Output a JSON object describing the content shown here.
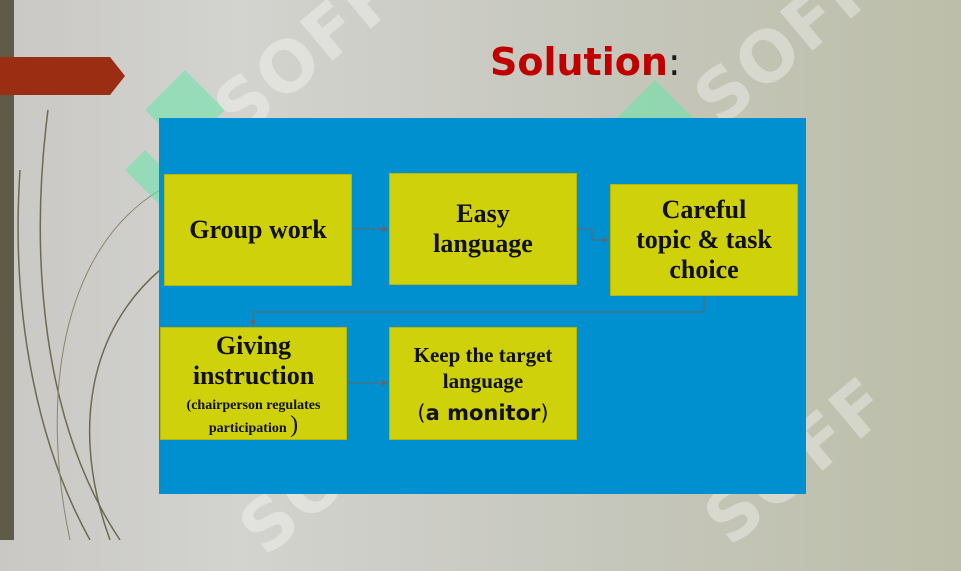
{
  "slide": {
    "title": "Solution",
    "title_suffix": ":",
    "watermark_text": "SOFF",
    "colors": {
      "title": "#c00000",
      "panel": "#0090d0",
      "box": "#cfd10b",
      "accent_tab": "#9b2d12",
      "left_band": "#5f5b47"
    }
  },
  "boxes": {
    "group_work": "Group work",
    "easy_language": [
      "Easy",
      "language"
    ],
    "careful_choice": [
      "Careful",
      "topic & task",
      "choice"
    ],
    "giving_instruction": [
      "Giving",
      "instruction"
    ],
    "giving_instruction_note": [
      "(chairperson regulates",
      "participation"
    ],
    "giving_instruction_paren": ")",
    "keep_target": [
      "Keep the target",
      "language"
    ],
    "monitor_open": "(",
    "monitor_text": "a monitor",
    "monitor_close": ")"
  }
}
